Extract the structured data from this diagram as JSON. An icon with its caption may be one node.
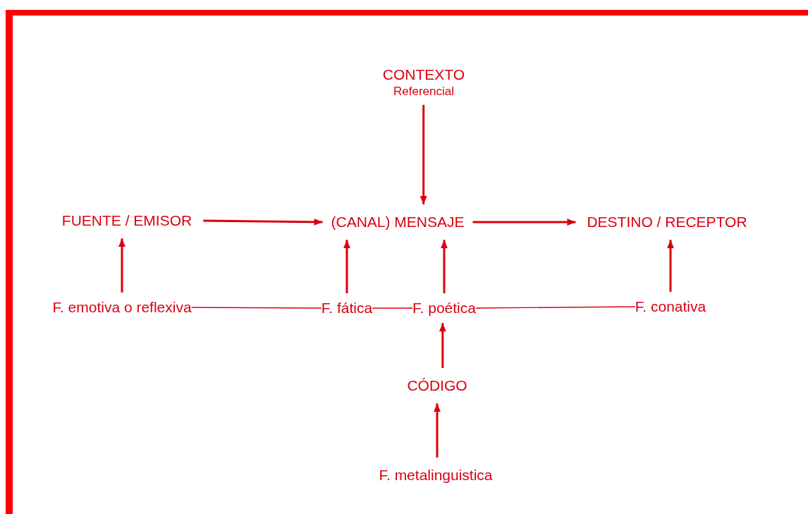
{
  "diagram": {
    "nodes": [
      {
        "text": [
          "CONTEXTO",
          "Referencial"
        ]
      },
      {
        "text": [
          "FUENTE / EMISOR"
        ]
      },
      {
        "text": [
          "(CANAL) MENSAJE"
        ]
      },
      {
        "text": [
          "DESTINO / RECEPTOR"
        ]
      },
      {
        "text": [
          "F. emotiva o reflexiva"
        ]
      },
      {
        "text": [
          "F. fática"
        ]
      },
      {
        "text": [
          "F. poética"
        ]
      },
      {
        "text": [
          "F. conativa"
        ]
      },
      {
        "text": [
          "CÓDIGO"
        ]
      },
      {
        "text": [
          "F. metalinguistica"
        ]
      }
    ],
    "edges": [
      {
        "from": 0,
        "to": 2,
        "arrow": "to"
      },
      {
        "from": 1,
        "to": 2,
        "arrow": "to"
      },
      {
        "from": 2,
        "to": 3,
        "arrow": "to"
      },
      {
        "from": 4,
        "to": 1,
        "arrow": "to"
      },
      {
        "from": 5,
        "to": 2,
        "arrow": "to"
      },
      {
        "from": 6,
        "to": 2,
        "arrow": "to"
      },
      {
        "from": 7,
        "to": 3,
        "arrow": "to"
      },
      {
        "from": 4,
        "to": 5,
        "arrow": "none"
      },
      {
        "from": 5,
        "to": 6,
        "arrow": "none"
      },
      {
        "from": 6,
        "to": 7,
        "arrow": "none"
      },
      {
        "from": 8,
        "to": 6,
        "arrow": "to"
      },
      {
        "from": 9,
        "to": 8,
        "arrow": "to"
      }
    ]
  }
}
